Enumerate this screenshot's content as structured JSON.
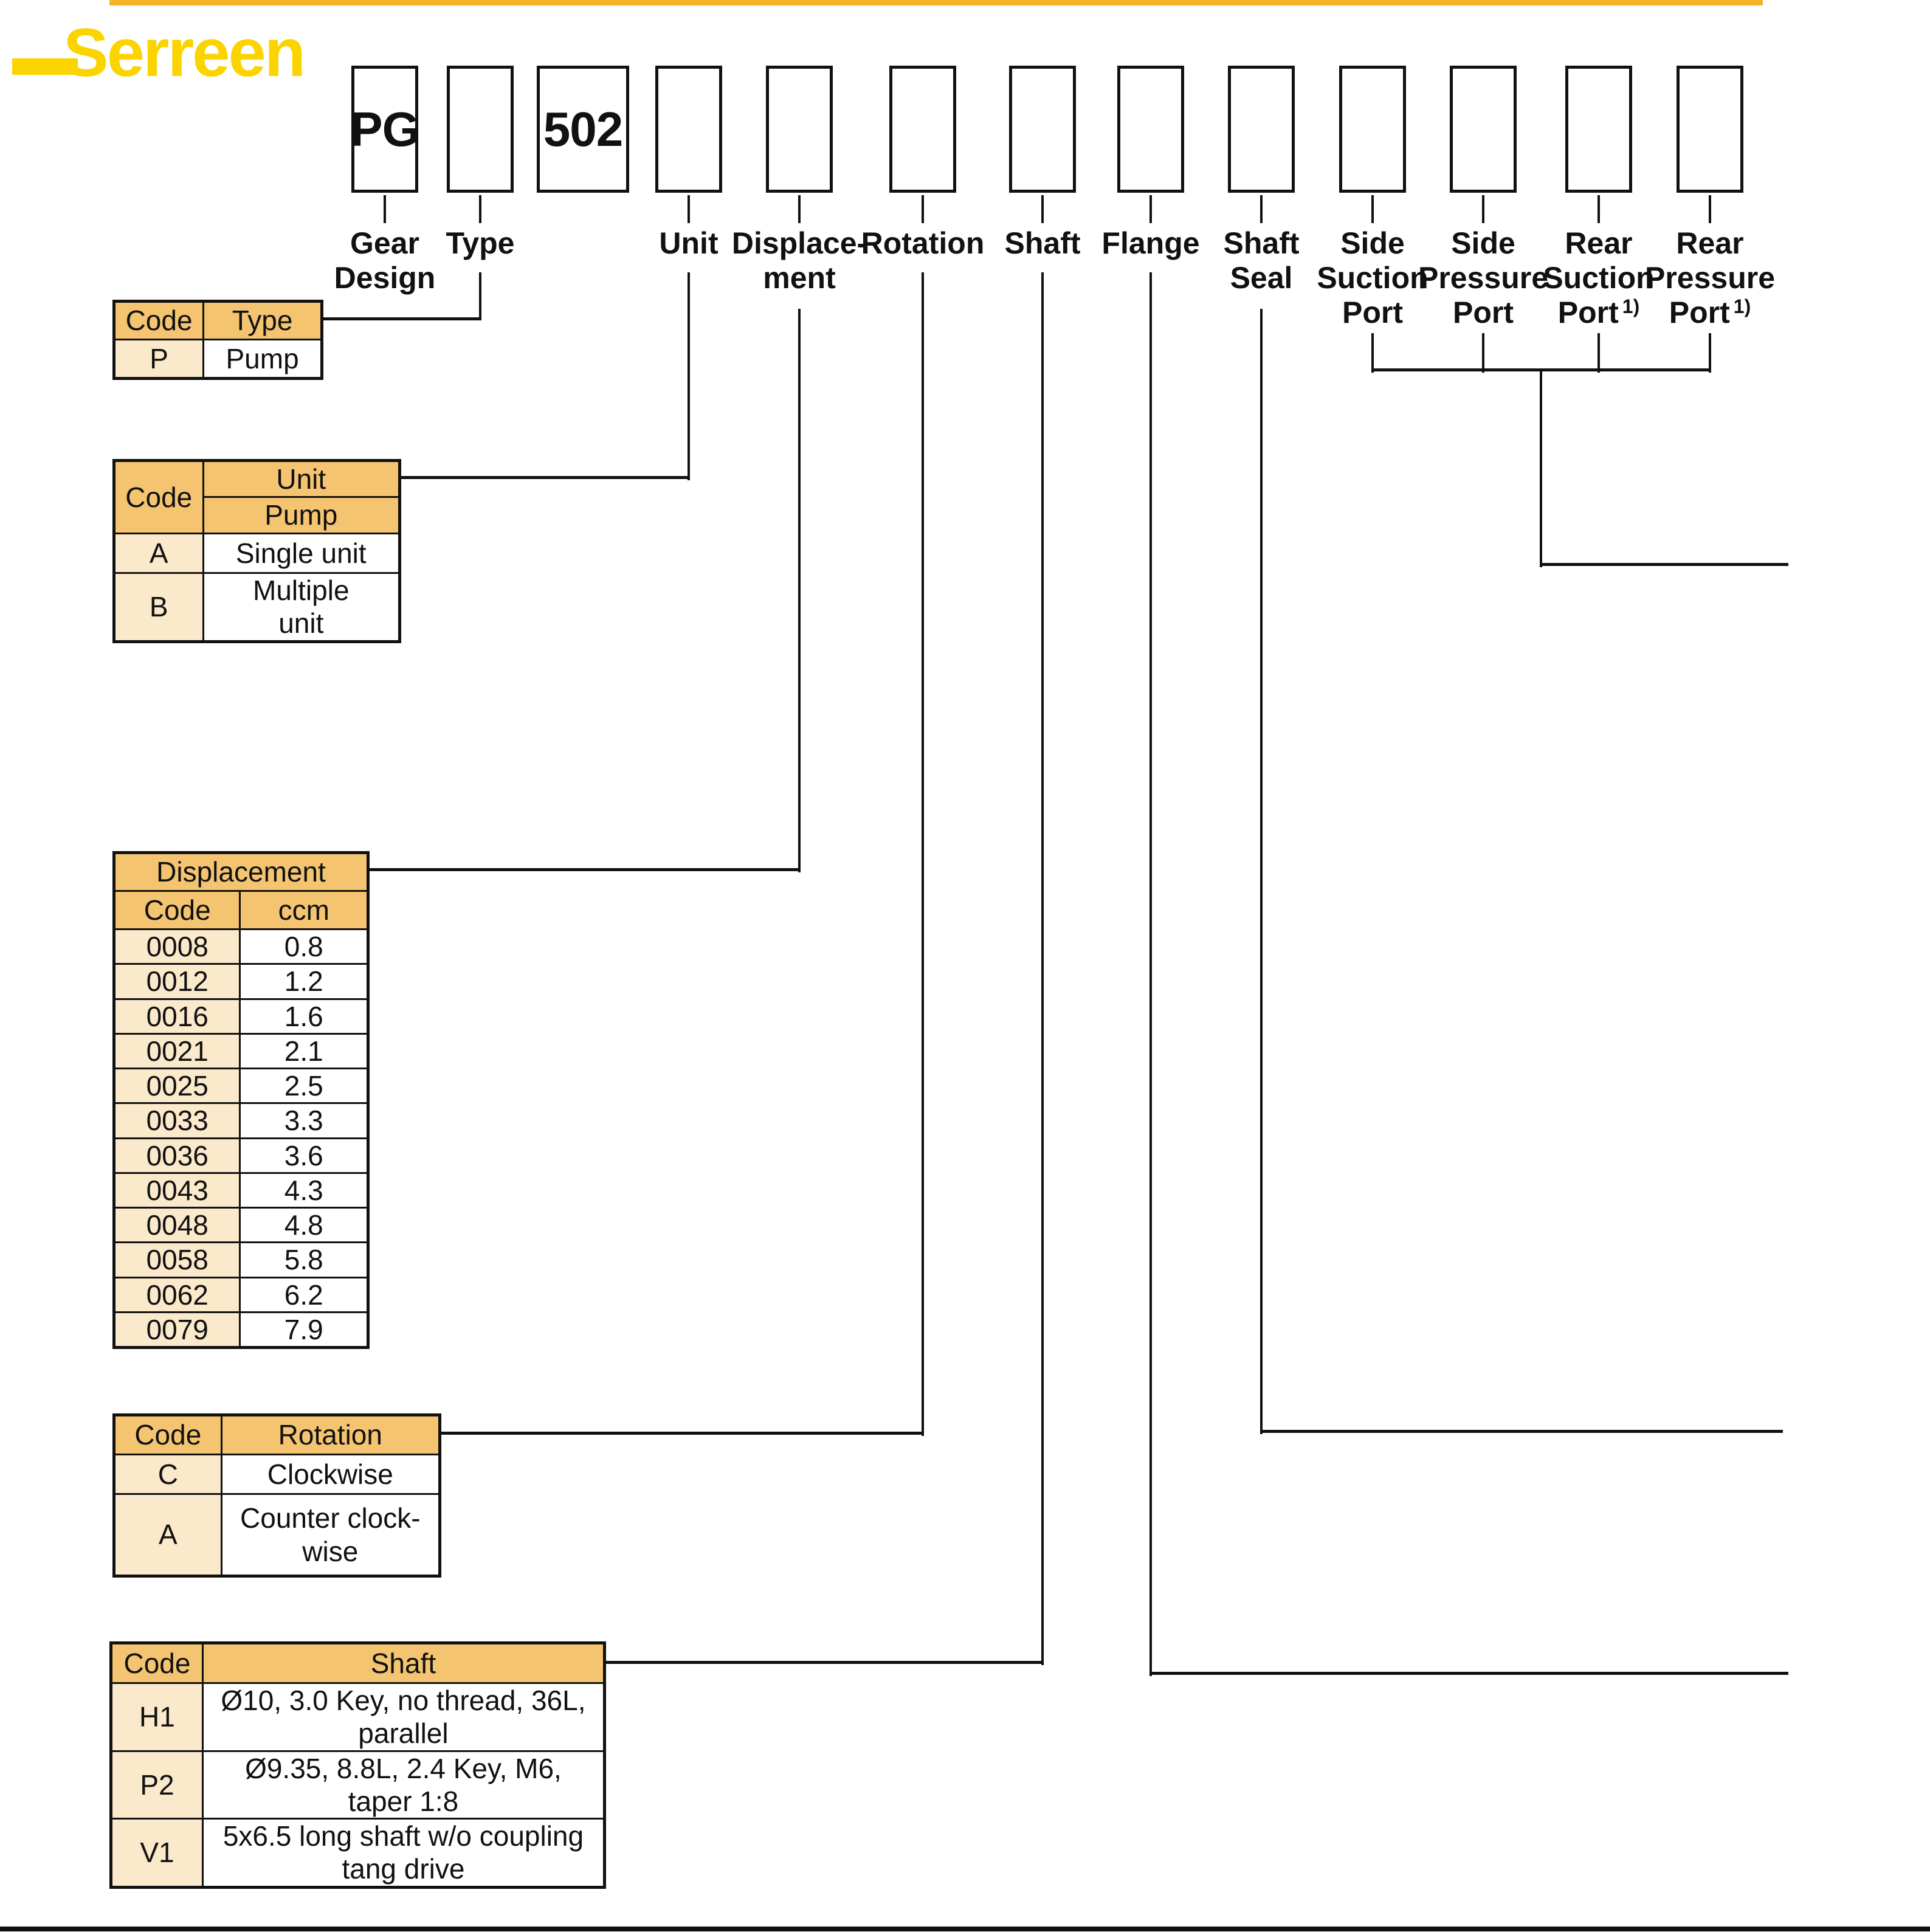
{
  "brand": {
    "logo_text": "Serreen",
    "logo_color": "#FBD400",
    "top_bar_color": "#F3B42B"
  },
  "colors": {
    "table_header_bg": "#F4C471",
    "table_code_bg": "#FBE9CB",
    "line_color": "#111111"
  },
  "code_segments": [
    {
      "id": "gear-design",
      "box_value": "PG",
      "label_lines": [
        "Gear",
        "Design"
      ]
    },
    {
      "id": "type",
      "box_value": "",
      "label_lines": [
        "Type"
      ]
    },
    {
      "id": "series",
      "box_value": "502",
      "label_lines": []
    },
    {
      "id": "unit",
      "box_value": "",
      "label_lines": [
        "Unit"
      ]
    },
    {
      "id": "displacement",
      "box_value": "",
      "label_lines": [
        "Displace-",
        "ment"
      ]
    },
    {
      "id": "rotation",
      "box_value": "",
      "label_lines": [
        "Rotation"
      ]
    },
    {
      "id": "shaft",
      "box_value": "",
      "label_lines": [
        "Shaft"
      ]
    },
    {
      "id": "flange",
      "box_value": "",
      "label_lines": [
        "Flange"
      ]
    },
    {
      "id": "shaft-seal",
      "box_value": "",
      "label_lines": [
        "Shaft",
        "Seal"
      ]
    },
    {
      "id": "side-suction-port",
      "box_value": "",
      "label_lines": [
        "Side",
        "Suction",
        "Port"
      ]
    },
    {
      "id": "side-pressure-port",
      "box_value": "",
      "label_lines": [
        "Side",
        "Pressure",
        "Port"
      ]
    },
    {
      "id": "rear-suction-port",
      "box_value": "",
      "label_lines": [
        "Rear",
        "Suction",
        "Port"
      ],
      "label_sup": "1)"
    },
    {
      "id": "rear-pressure-port",
      "box_value": "",
      "label_lines": [
        "Rear",
        "Pressure",
        "Port"
      ],
      "label_sup": "1)"
    }
  ],
  "tables": {
    "type": {
      "headers": [
        "Code",
        "Type"
      ],
      "rows": [
        [
          "P",
          "Pump"
        ]
      ]
    },
    "unit": {
      "code_header": "Code",
      "col_header": "Unit",
      "col_subheader": "Pump",
      "rows": [
        [
          "A",
          "Single unit"
        ],
        [
          "B",
          "Multiple\nunit"
        ]
      ]
    },
    "displacement": {
      "title": "Displacement",
      "headers": [
        "Code",
        "ccm"
      ],
      "rows": [
        [
          "0008",
          "0.8"
        ],
        [
          "0012",
          "1.2"
        ],
        [
          "0016",
          "1.6"
        ],
        [
          "0021",
          "2.1"
        ],
        [
          "0025",
          "2.5"
        ],
        [
          "0033",
          "3.3"
        ],
        [
          "0036",
          "3.6"
        ],
        [
          "0043",
          "4.3"
        ],
        [
          "0048",
          "4.8"
        ],
        [
          "0058",
          "5.8"
        ],
        [
          "0062",
          "6.2"
        ],
        [
          "0079",
          "7.9"
        ]
      ]
    },
    "rotation": {
      "headers": [
        "Code",
        "Rotation"
      ],
      "rows": [
        [
          "C",
          "Clockwise"
        ],
        [
          "A",
          "Counter clock-\nwise"
        ]
      ]
    },
    "shaft": {
      "headers": [
        "Code",
        "Shaft"
      ],
      "rows": [
        [
          "H1",
          "Ø10, 3.0 Key, no thread, 36L,\nparallel"
        ],
        [
          "P2",
          "Ø9.35, 8.8L, 2.4 Key, M6,\ntaper 1:8"
        ],
        [
          "V1",
          "5x6.5 long shaft w/o coupling\ntang drive"
        ]
      ]
    }
  }
}
